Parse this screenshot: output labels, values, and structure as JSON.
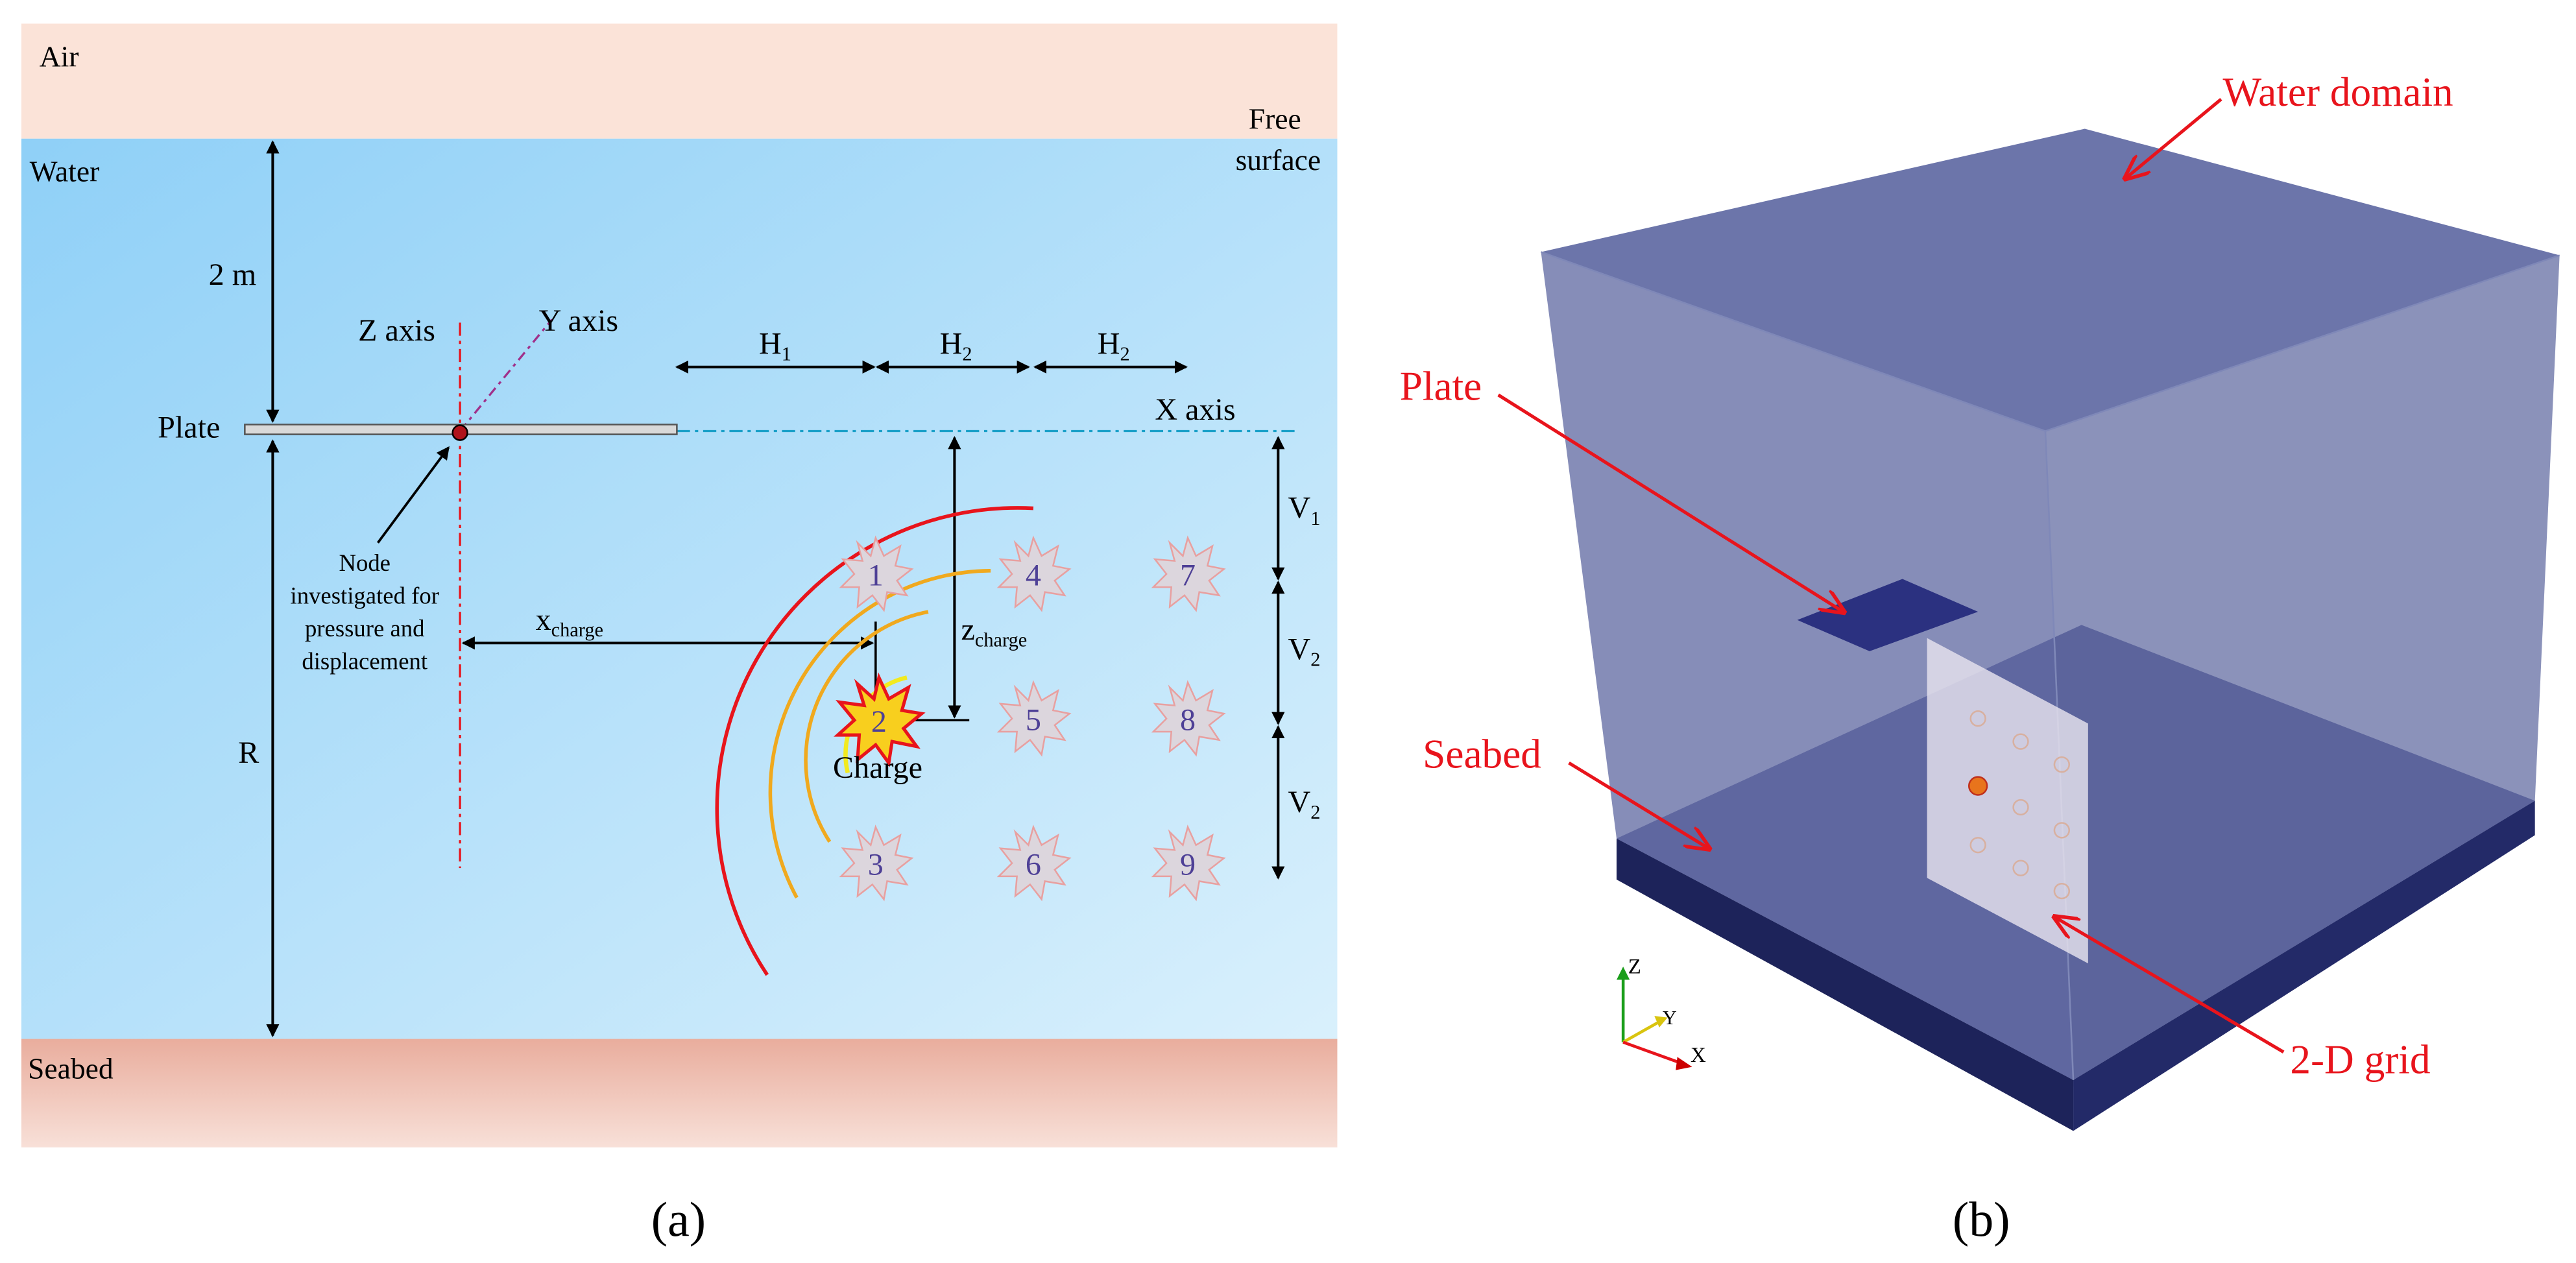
{
  "panel_a": {
    "air": "Air",
    "water": "Water",
    "free_surface": [
      "Free",
      "surface"
    ],
    "seabed": "Seabed",
    "depth": "2 m",
    "z_axis": "Z axis",
    "y_axis": "Y axis",
    "x_axis": "X axis",
    "plate": "Plate",
    "node_note": [
      "Node",
      "investigated for",
      "pressure and",
      "displacement"
    ],
    "r": "R",
    "h1": {
      "base": "H",
      "sub": "1"
    },
    "h2": {
      "base": "H",
      "sub": "2"
    },
    "v1": {
      "base": "V",
      "sub": "1"
    },
    "v2": {
      "base": "V",
      "sub": "2"
    },
    "x_charge": {
      "base": "x",
      "sub": "charge"
    },
    "z_charge": {
      "base": "z",
      "sub": "charge"
    },
    "charge": "Charge",
    "positions": [
      "1",
      "2",
      "3",
      "4",
      "5",
      "6",
      "7",
      "8",
      "9"
    ],
    "caption": "(a)"
  },
  "panel_b": {
    "water_domain": "Water domain",
    "plate": "Plate",
    "seabed": "Seabed",
    "grid": "2-D grid",
    "axes": {
      "z": "Z",
      "y": "Y",
      "x": "X"
    },
    "caption": "(b)"
  },
  "colors": {
    "air": "#fbe3d8",
    "water_top": "#8fd0f7",
    "seabed": "#ecb5a6",
    "annotation_red": "#e8141c",
    "domain_blue": "#6b74a8",
    "seabed_blue": "#2a3178"
  }
}
